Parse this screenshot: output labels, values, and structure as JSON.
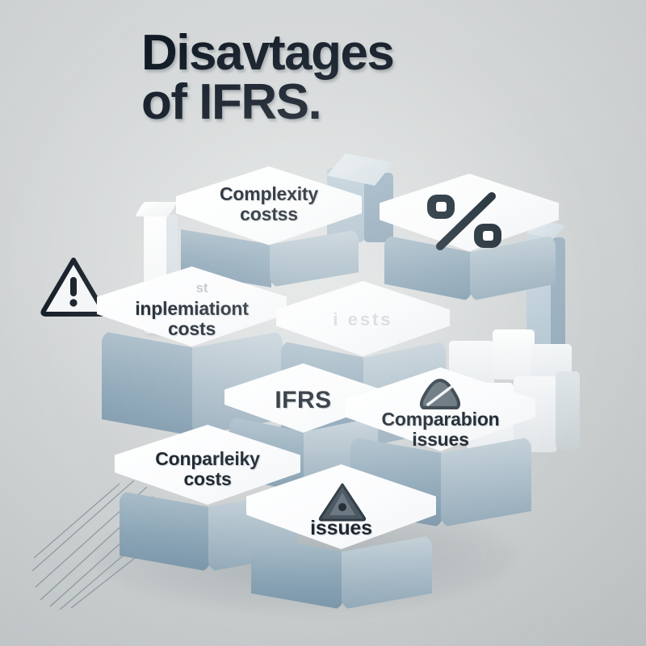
{
  "image": {
    "kind": "3d-isometric-infographic",
    "title_line1": "Disavtages",
    "title_line2": "of IFRS.",
    "background_color": "#d2d5d6",
    "title_color": "#111b26",
    "block_top_color": "#ffffff",
    "block_left_color": "#8ba5b6",
    "block_right_color": "#a7bac6",
    "accent_dark": "#1d2a33"
  },
  "blocks": [
    {
      "id": "complexity-costs",
      "label": "Complexity\ncostss",
      "icon": "none"
    },
    {
      "id": "percent",
      "label": "",
      "icon": "percent-icon"
    },
    {
      "id": "implementation-costs",
      "label": "inplemiationt\ncosts",
      "sublabel": "st",
      "icon": "none"
    },
    {
      "id": "center-faint",
      "label": "i  ests",
      "icon": "none"
    },
    {
      "id": "ifrs",
      "label": "IFRS",
      "icon": "none"
    },
    {
      "id": "comparison-issues",
      "label": "Comparabion\nissues",
      "icon": "triangle-slash-icon"
    },
    {
      "id": "comparability-costs",
      "label": "Conparleiky\ncosts",
      "icon": "none"
    },
    {
      "id": "issues",
      "label": "issues",
      "icon": "warning-triangle-icon"
    }
  ],
  "decorations": {
    "warning_icon_name": "warning-triangle-exclamation-icon",
    "left_pillar": "white-vertical-bar",
    "right_pillar": "blue-vertical-bar",
    "motion_lines": "diagonal-speed-lines",
    "small_cubes": "white-cube-cluster"
  }
}
